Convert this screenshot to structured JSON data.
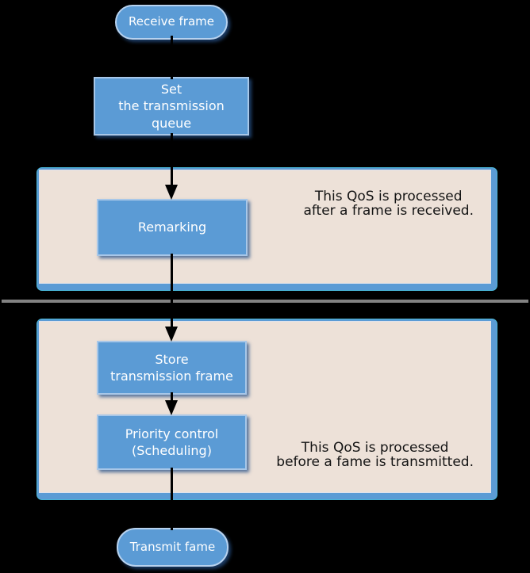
{
  "diagram": {
    "nodes": {
      "receive": {
        "label": "Receive frame"
      },
      "set_queue": {
        "lines": [
          "Set",
          "the transmission",
          "queue"
        ]
      },
      "remarking": {
        "label": "Remarking"
      },
      "store": {
        "lines": [
          "Store",
          "transmission frame"
        ]
      },
      "priority": {
        "lines": [
          "Priority control",
          "(Scheduling)"
        ]
      },
      "transmit": {
        "label": "Transmit fame"
      }
    },
    "annotations": {
      "after_receive": {
        "lines": [
          "This QoS is processed",
          "after a frame is received."
        ]
      },
      "before_transmit": {
        "lines": [
          "This QoS is processed",
          "before a fame is transmitted."
        ]
      }
    },
    "colors": {
      "background": "#000000",
      "node_fill": "#5B9BD5",
      "node_border": "#A8C7E8",
      "pill_border": "#B7D2EF",
      "panel_fill": "#EDE1D8",
      "panel_edge_fill": "#5B9BD5",
      "panel_outline": "#49B6D8",
      "divider": "#828282",
      "connector": "#000000",
      "text_light": "#FFFFFF",
      "text_dark": "#141414"
    }
  }
}
